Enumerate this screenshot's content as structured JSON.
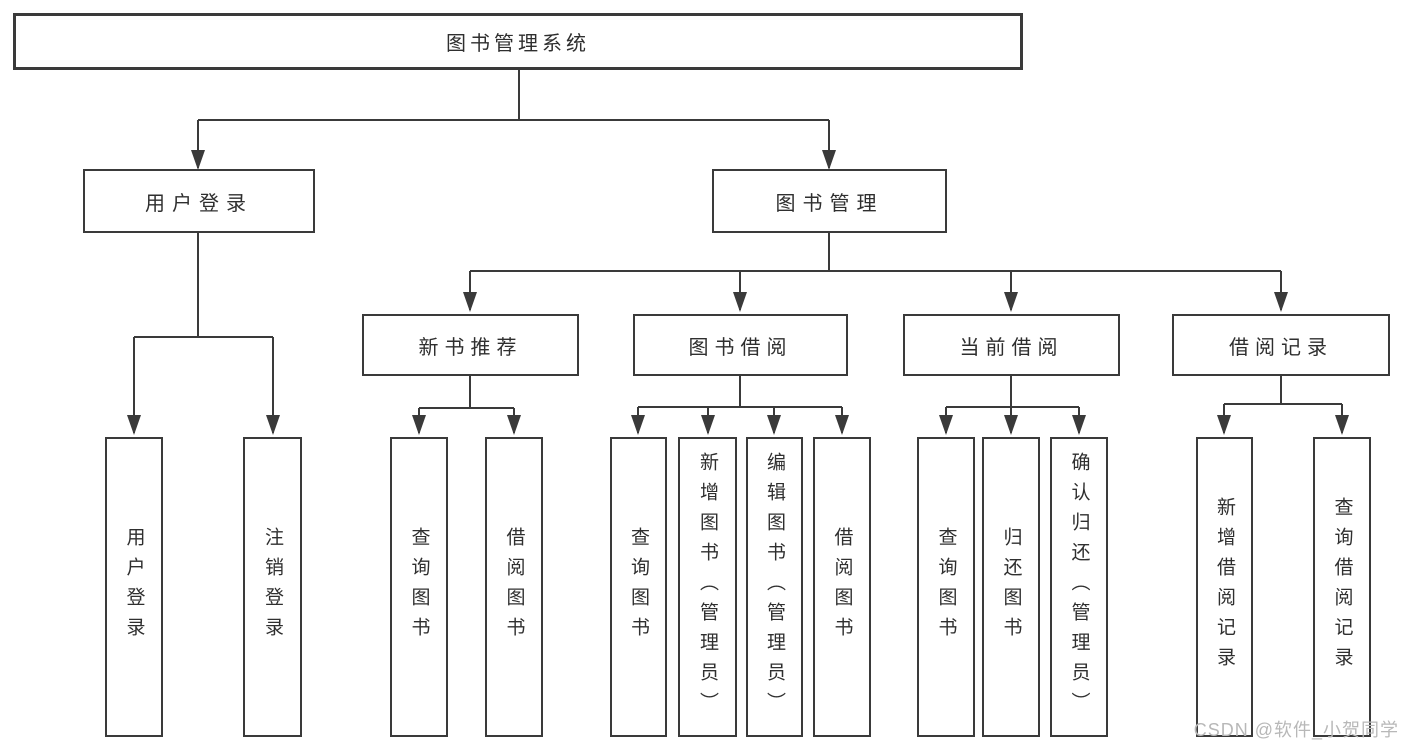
{
  "tree": {
    "label": "图书管理系统",
    "children": [
      {
        "label": "用户登录",
        "children": [
          {
            "label": "用户登录"
          },
          {
            "label": "注销登录"
          }
        ]
      },
      {
        "label": "图书管理",
        "children": [
          {
            "label": "新书推荐",
            "children": [
              {
                "label": "查询图书"
              },
              {
                "label": "借阅图书"
              }
            ]
          },
          {
            "label": "图书借阅",
            "children": [
              {
                "label": "查询图书"
              },
              {
                "label": "新增图书（管理员）"
              },
              {
                "label": "编辑图书（管理员）"
              },
              {
                "label": "借阅图书"
              }
            ]
          },
          {
            "label": "当前借阅",
            "children": [
              {
                "label": "查询图书"
              },
              {
                "label": "归还图书"
              },
              {
                "label": "确认归还（管理员）"
              }
            ]
          },
          {
            "label": "借阅记录",
            "children": [
              {
                "label": "新增借阅记录"
              },
              {
                "label": "查询借阅记录"
              }
            ]
          }
        ]
      }
    ]
  },
  "watermark": {
    "text": "CSDN @软件_小贺同学"
  },
  "colors": {
    "line": "#3a3a3a",
    "text": "#2f2f2f",
    "watermark": "#b8b8b8",
    "background": "#ffffff"
  }
}
